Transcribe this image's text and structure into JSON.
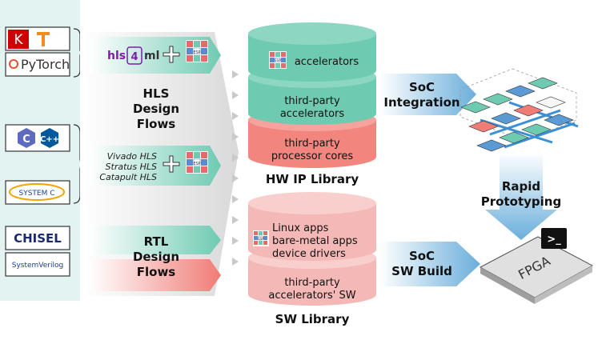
{
  "colors": {
    "teal": "#6fcab2",
    "teal_dark": "#3aa98c",
    "salmon": "#f2857d",
    "salmon_light": "#f7b7b2",
    "pink_cyl": "#f4b8b6",
    "blue_arrow": "#7cb7dd",
    "left_panel": "#e3f3f2"
  },
  "logos": {
    "keras": "K",
    "pytorch": "PyTorch",
    "c_lang": "C",
    "cpp_lang": "C++",
    "systemc": "SYSTEM C",
    "chisel": "CHISEL",
    "systemverilog": "SystemVerilog"
  },
  "hls4ml": {
    "hls": "hls",
    "four": "4",
    "ml": "ml"
  },
  "hls_tools": [
    "Vivado HLS",
    "Stratus HLS",
    "Catapult HLS"
  ],
  "esp_logo": "ESP",
  "flows": {
    "hls": [
      "HLS",
      "Design",
      "Flows"
    ],
    "rtl": [
      "RTL",
      "Design",
      "Flows"
    ]
  },
  "hw_library": {
    "title": "HW IP Library",
    "layers": {
      "accelerators": "accelerators",
      "third_party_accelerators": [
        "third-party",
        "accelerators"
      ],
      "processor_cores": [
        "third-party",
        "processor cores"
      ]
    }
  },
  "sw_library": {
    "title": "SW Library",
    "layers": {
      "apps": [
        "Linux apps",
        "bare-metal apps",
        "device drivers"
      ],
      "third_party_sw": [
        "third-party",
        "accelerators' SW"
      ]
    }
  },
  "soc_integration": [
    "SoC",
    "Integration"
  ],
  "soc_sw_build": [
    "SoC",
    "SW Build"
  ],
  "rapid_prototyping": [
    "Rapid",
    "Prototyping"
  ],
  "fpga": "FPGA",
  "terminal_icon": ">_"
}
